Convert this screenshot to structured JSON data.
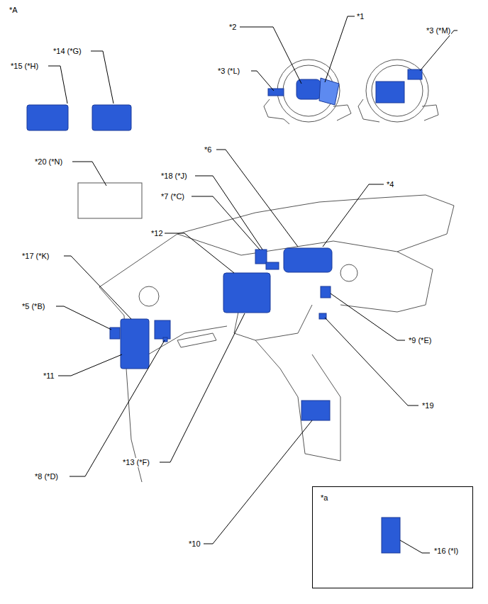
{
  "diagram": {
    "nodes": [
      {
        "text": [
          "*a",
          "*16 (*I)"
        ]
      }
    ],
    "labels": [
      "*A",
      "*2",
      "*1",
      "*3 (*M)",
      "*3 (*L)",
      "*14 (*G)",
      "*15 (*H)",
      "*20 (*N)",
      "*6",
      "*18 (*J)",
      "*4",
      "*7 (*C)",
      "*12",
      "*17 (*K)",
      "*5 (*B)",
      "*9 (*E)",
      "*11",
      "*19",
      "*8 (*D)",
      "*13 (*F)",
      "*10"
    ]
  }
}
